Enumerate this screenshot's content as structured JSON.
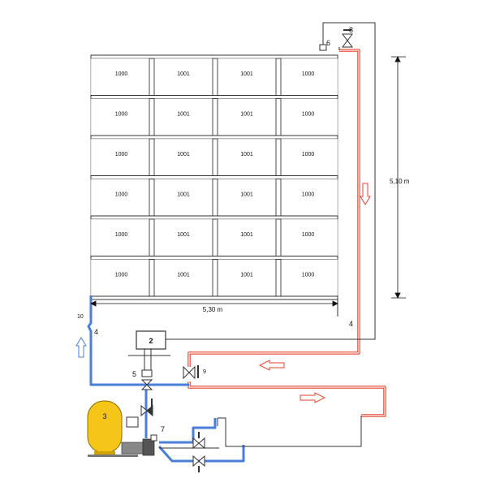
{
  "panels": {
    "rows": [
      [
        "1000",
        "1001",
        "1001",
        "1000"
      ],
      [
        "1000",
        "1001",
        "1001",
        "1000"
      ],
      [
        "1000",
        "1001",
        "1001",
        "1000"
      ],
      [
        "1000",
        "1001",
        "1001",
        "1000"
      ],
      [
        "1000",
        "1001",
        "1001",
        "1000"
      ],
      [
        "1000",
        "1001",
        "1001",
        "1000"
      ]
    ]
  },
  "dimensions": {
    "width": "5,30 m",
    "height": "5,10 m"
  },
  "labels": {
    "n2": "2",
    "n3": "3",
    "n4_left": "4",
    "n4_right": "4",
    "n5": "5",
    "n6": "6",
    "n7": "7",
    "n8": "8",
    "n9": "9",
    "n10": "10"
  },
  "colors": {
    "hot": "#e8412c",
    "cold": "#4a7fd9",
    "tank": "#f5c518",
    "line": "#333333"
  }
}
